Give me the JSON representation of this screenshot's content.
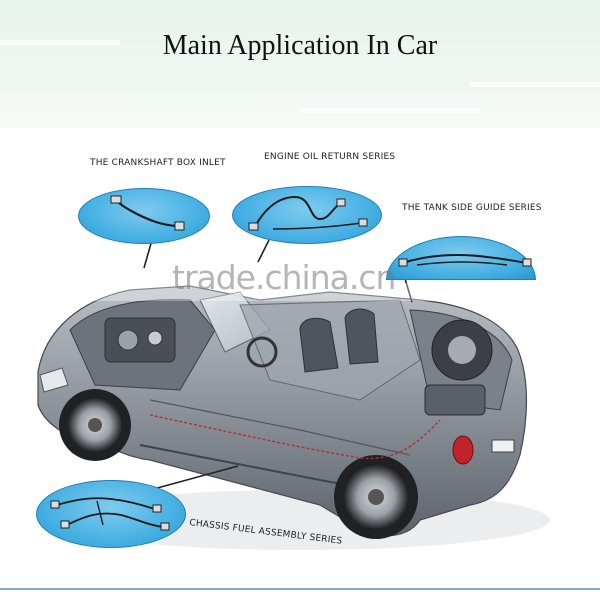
{
  "title": "Main Application In Car",
  "labels": {
    "crankshaft": "THE CRANKSHAFT BOX INLET",
    "oil_return": "ENGINE OIL RETURN SERIES",
    "tank_side": "THE TANK SIDE GUIDE SERIES",
    "chassis": "CHASSIS FUEL ASSEMBLY SERIES"
  },
  "watermark": "trade.china.cn",
  "colors": {
    "callout_fill": "#43aee2",
    "callout_border": "#1f7fb2",
    "hose": "#1b1b1b",
    "car_body": "#8a9098",
    "background": "#ffffff"
  }
}
